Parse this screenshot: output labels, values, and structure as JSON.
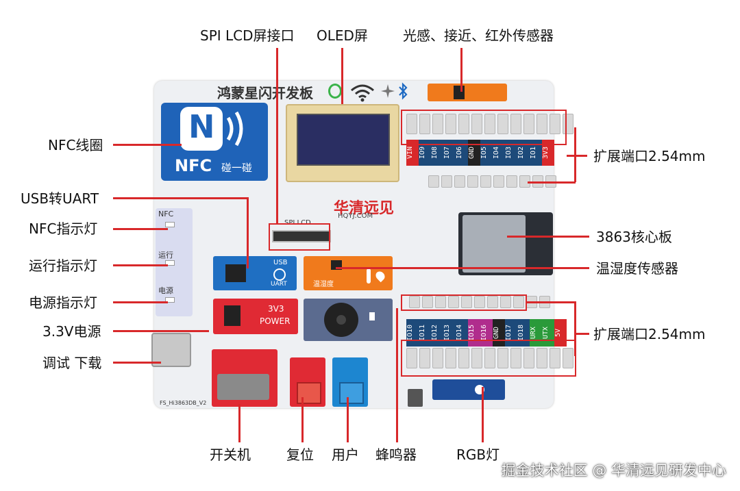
{
  "labels": {
    "spi_lcd": "SPI LCD屏接口",
    "oled": "OLED屏",
    "sensors": "光感、接近、红外传感器",
    "nfc_coil": "NFC线圈",
    "usb_uart": "USB转UART",
    "nfc_led": "NFC指示灯",
    "run_led": "运行指示灯",
    "power_led": "电源指示灯",
    "power_3v3": "3.3V电源",
    "debug": "调试 下载",
    "ext_top": "扩展端口2.54mm",
    "core": "3863核心板",
    "temp_hum": "温湿度传感器",
    "ext_bottom": "扩展端口2.54mm",
    "switch": "开关机",
    "reset": "复位",
    "user": "用户",
    "buzzer": "蜂鸣器",
    "rgb": "RGB灯"
  },
  "board": {
    "title": "鸿蒙星闪开发板",
    "nfc_text": "NFC",
    "nfc_touch": "碰一碰",
    "brand": "华清远见",
    "brand_url": "HQYJ.COM",
    "spi_lcd_silk": "SPI LCD",
    "usb_silk": "USB",
    "uart_silk": "UART",
    "power_silk_1": "3V3",
    "power_silk_2": "POWER",
    "temp_silk": "温湿度",
    "nfc_side": "NFC",
    "run_side": "运行",
    "power_side": "电源",
    "board_name": "FS_Hi3863DB_V2",
    "top_header_pins": [
      "VIN",
      "IO9",
      "IO8",
      "IO7",
      "IO6",
      "GND",
      "IO5",
      "IO4",
      "IO3",
      "IO2",
      "IO1",
      "3V3"
    ],
    "bottom_header_pins": [
      "IO10",
      "IO11",
      "IO12",
      "IO13",
      "IO14",
      "IO15",
      "IO16",
      "GND",
      "IO17",
      "IO18",
      "URX",
      "UTX",
      "5V"
    ]
  },
  "watermark": "掘金技术社区 @ 华清远见研发中心",
  "colors": {
    "accent_red": "#d8282a",
    "nfc_blue": "#1f63b8",
    "usb_blue": "#1f6fc2",
    "power_red": "#e02a34",
    "temp_orange": "#f07a1c",
    "buzzer_slate": "#5b6b8f",
    "user_blue": "#1d86d0"
  }
}
